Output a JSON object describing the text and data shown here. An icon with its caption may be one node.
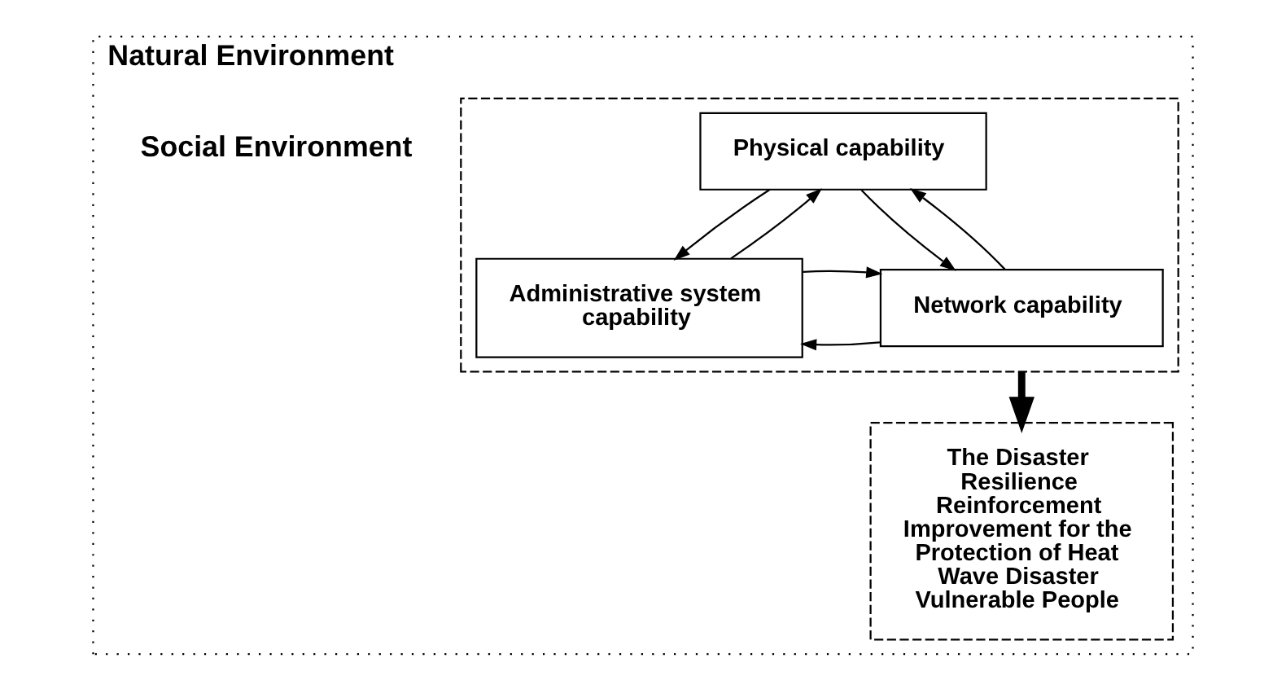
{
  "diagram": {
    "nodes": [
      {
        "text": [
          "Natural Environment"
        ]
      },
      {
        "text": [],
        "shape": "box",
        "in": 0
      },
      {
        "text": [
          "Physical capability"
        ],
        "in": 1
      },
      {
        "text": [
          "Administrative system capability"
        ],
        "in": 1
      },
      {
        "text": [
          "Network capability"
        ],
        "in": 1
      },
      {
        "text": [
          "The Disaster Resilience Reinforcement Improvement for the Protection of Heat Wave Disaster Vulnerable People"
        ],
        "in": 0
      }
    ],
    "edges": [
      {
        "from": 3,
        "to": 2,
        "arrow": "to"
      },
      {
        "from": 2,
        "to": 3,
        "arrow": "to"
      },
      {
        "from": 2,
        "to": 4,
        "arrow": "to"
      },
      {
        "from": 4,
        "to": 2,
        "arrow": "to"
      },
      {
        "from": 4,
        "to": 3,
        "arrow": "to"
      },
      {
        "from": 3,
        "to": 4,
        "arrow": "to"
      },
      {
        "from": 1,
        "to": 5,
        "arrow": "to",
        "style": "thick"
      }
    ],
    "labels": [
      "Social Environment"
    ]
  }
}
